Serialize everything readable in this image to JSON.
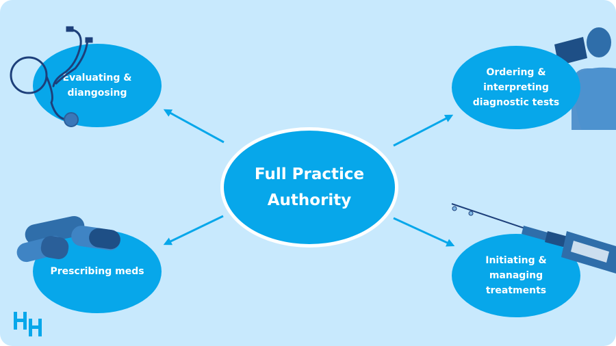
{
  "diagram": {
    "center": {
      "label": "Full Practice\nAuthority"
    },
    "nodes": [
      {
        "id": "evaluating",
        "label": "Evaluating &\ndiangosing",
        "position": "top-left",
        "illustration": "stethoscope-icon"
      },
      {
        "id": "ordering",
        "label": "Ordering &\ninterpreting\ndiagnostic tests",
        "position": "top-right",
        "illustration": "doctor-xray-icon"
      },
      {
        "id": "prescribing",
        "label": "Prescribing meds",
        "position": "bottom-left",
        "illustration": "capsules-icon"
      },
      {
        "id": "initiating",
        "label": "Initiating &\nmanaging\ntreatments",
        "position": "bottom-right",
        "illustration": "syringe-icon"
      }
    ],
    "arrows": [
      {
        "from": "center",
        "to": "evaluating"
      },
      {
        "from": "center",
        "to": "ordering"
      },
      {
        "from": "center",
        "to": "prescribing"
      },
      {
        "from": "center",
        "to": "initiating"
      }
    ]
  },
  "logo": {
    "name": "HH"
  },
  "colors": {
    "background": "#c8e9fd",
    "bubble": "#07a7ea",
    "accent_dark": "#1f5a95",
    "text": "#ffffff"
  }
}
